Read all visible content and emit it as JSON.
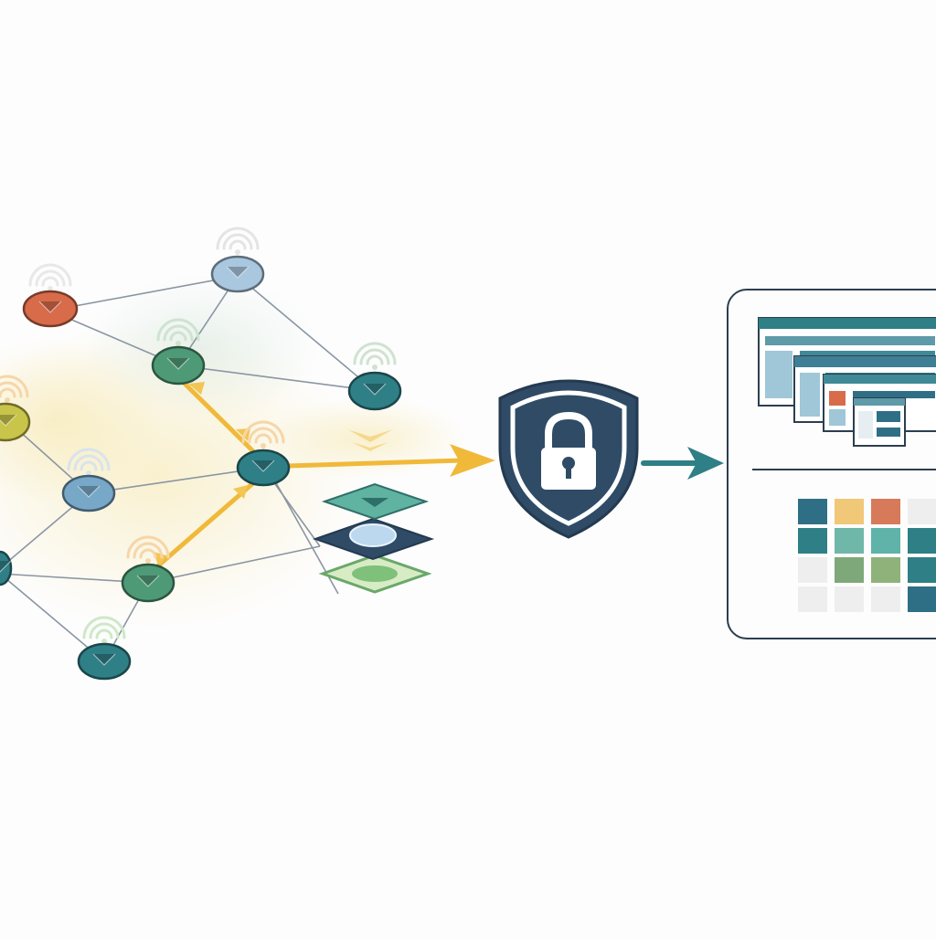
{
  "colors": {
    "background": "#fdfdfd",
    "edge": "#8a96a3",
    "flow": "#f0b93a",
    "shield": "#2f4b66",
    "teal": "#2f7f86",
    "green": "#4f9a76",
    "blue": "#78a8c8",
    "orange": "#d86b4a",
    "yellow": "#c9c54a",
    "panel_border": "#2c3e50"
  },
  "nodes": [
    {
      "id": "node-orange",
      "color": "#d86b4a",
      "signal": true
    },
    {
      "id": "node-light-blue-top",
      "color": "#a9c7de",
      "signal": true
    },
    {
      "id": "node-green-mid",
      "color": "#4f9a76",
      "signal": true
    },
    {
      "id": "node-teal-right",
      "color": "#2f7f86",
      "signal": true
    },
    {
      "id": "node-yellow-left",
      "color": "#c9c54a",
      "signal": true
    },
    {
      "id": "node-blue-mid",
      "color": "#78a8c8",
      "signal": true
    },
    {
      "id": "node-hub",
      "color": "#2f7f86",
      "signal": true
    },
    {
      "id": "node-green-lower",
      "color": "#4f9a76",
      "signal": true
    },
    {
      "id": "node-teal-left-edge",
      "color": "#2f7f86",
      "signal": false
    },
    {
      "id": "node-teal-bottom",
      "color": "#2f7f86",
      "signal": true
    }
  ],
  "icons": {
    "shield": "lock-shield-icon",
    "stack": "layered-storage-icon",
    "signal": "wifi-signal-icon",
    "panel_windows": "dashboard-windows-icon",
    "panel_grid": "heatmap-grid-icon"
  },
  "grid_cells": [
    [
      "#2f6f86",
      "#f0c878",
      "#d67a5a",
      "#eeeeee"
    ],
    [
      "#2f7f86",
      "#6fb7a8",
      "#5fb3a8",
      "#2f7f86"
    ],
    [
      "#eeeeee",
      "#7fa87a",
      "#8fb27a",
      "#2f7f86"
    ],
    [
      "#eeeeee",
      "#eeeeee",
      "#eeeeee",
      "#2f6f86"
    ]
  ]
}
